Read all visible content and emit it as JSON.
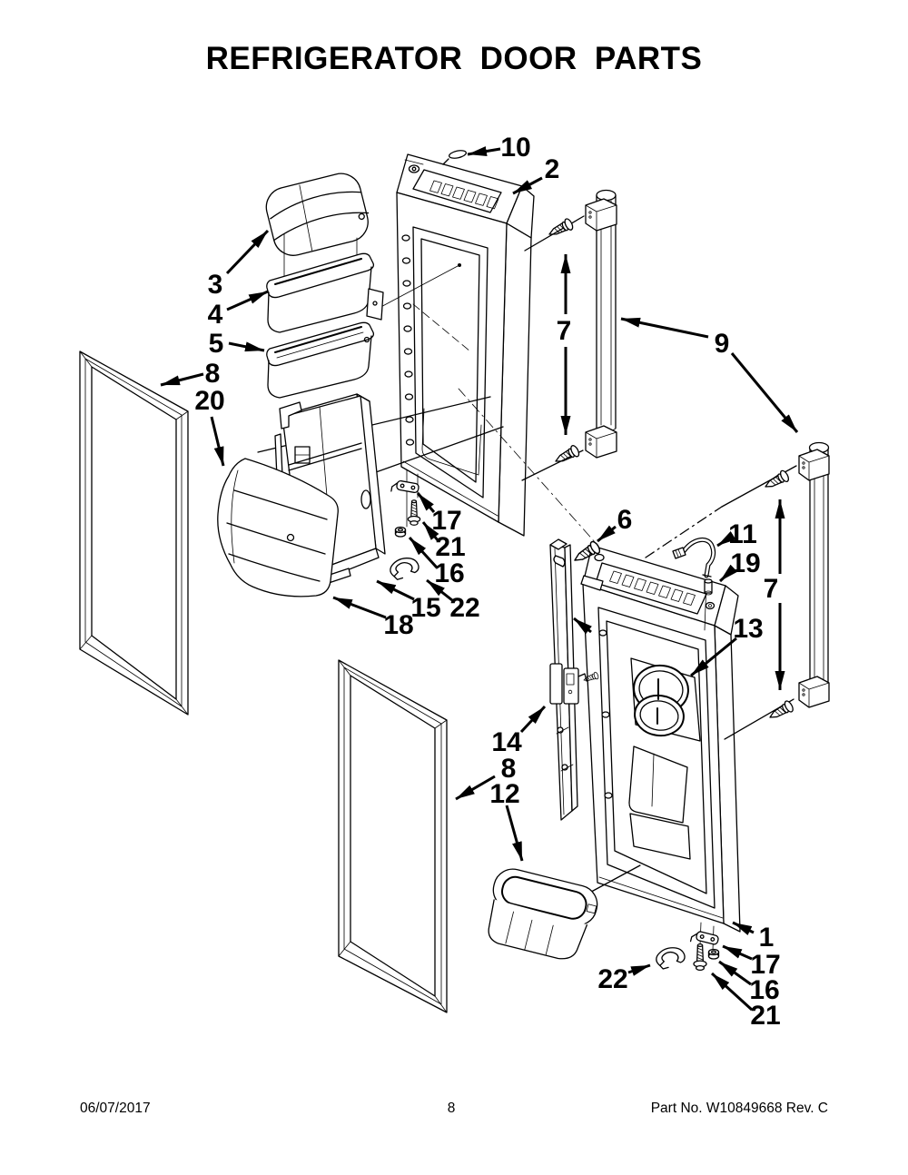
{
  "page": {
    "title": "REFRIGERATOR DOOR PARTS",
    "footer": {
      "date": "06/07/2017",
      "page_number": "8",
      "part_info": "Part No.  W10849668   Rev.  C"
    }
  },
  "diagram": {
    "type": "exploded-parts-diagram",
    "subject": "Refrigerator door parts exploded view with numbered callouts",
    "colors": {
      "line": "#000000",
      "background": "#ffffff"
    },
    "callouts": {
      "c10": "10",
      "c2": "2",
      "c3": "3",
      "c4": "4",
      "c5": "5",
      "c8_top": "8",
      "c20": "20",
      "c9": "9",
      "c7_left": "7",
      "c7_right": "7",
      "c17_mid": "17",
      "c21_mid": "21",
      "c16_mid": "16",
      "c15": "15",
      "c22_mid": "22",
      "c18": "18",
      "c6": "6",
      "c11": "11",
      "c19": "19",
      "c13": "13",
      "c14": "14",
      "c8_bottom": "8",
      "c12": "12",
      "c1": "1",
      "c17_bottom": "17",
      "c16_bottom": "16",
      "c21_bottom": "21",
      "c22_bottom": "22"
    }
  }
}
